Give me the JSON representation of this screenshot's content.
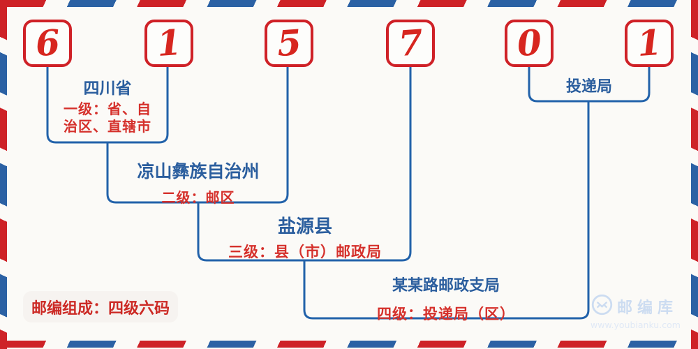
{
  "postal_code": {
    "digits": [
      "6",
      "1",
      "5",
      "7",
      "0",
      "1"
    ]
  },
  "levels": [
    {
      "name": "四川省",
      "desc_line1": "一级：省、自",
      "desc_line2": "治区、直辖市"
    },
    {
      "name": "凉山彝族自治州",
      "desc": "二级：邮区"
    },
    {
      "name": "盐源县",
      "desc": "三级：县（市）邮政局"
    },
    {
      "name": "某某路邮政支局",
      "desc": "四级：投递局（区）"
    },
    {
      "name": "投递局"
    }
  ],
  "footer": {
    "composition_label": "邮编组成：四级六码"
  },
  "watermark": {
    "brand": "邮编库",
    "url": "www.youbianku.com",
    "icon": "envelope-in-circle"
  },
  "colors": {
    "stripe_red": "#ce2227",
    "stripe_blue": "#2b61a4",
    "digit_red": "#d7261f",
    "box_border_red": "#cf2127",
    "connector_blue": "#2262aa",
    "title_blue": "#2b5e9e",
    "desc_red": "#d5302b",
    "badge_bg": "#f6f3f0",
    "watermark_blue": "#ccdcf1",
    "background": "#fbfaf7"
  }
}
